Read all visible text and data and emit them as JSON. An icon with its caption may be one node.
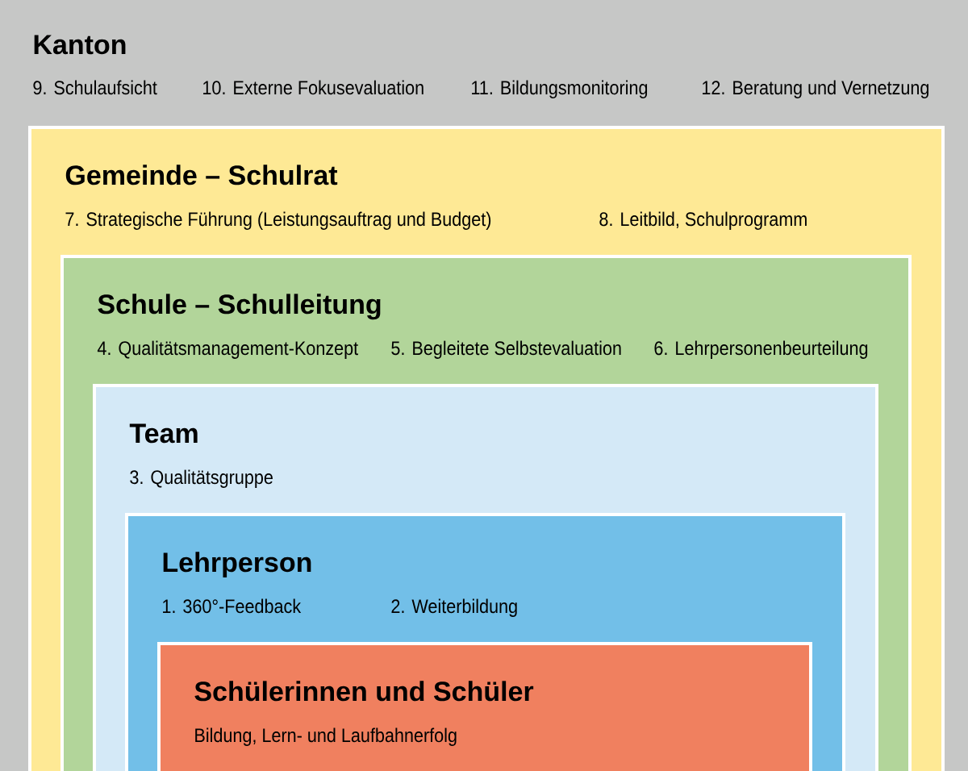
{
  "diagram": {
    "nodes": [
      {
        "text": [
          "Kanton",
          "9. Schulaufsicht",
          "10. Externe Fokusevaluation",
          "11. Bildungsmonitoring",
          "12. Beratung und Vernetzung"
        ]
      },
      {
        "text": [
          "Gemeinde – Schulrat",
          "7. Strategische Führung (Leistungsauftrag und Budget)",
          "8. Leitbild, Schulprogramm"
        ],
        "in": 0
      },
      {
        "text": [
          "Schule – Schulleitung",
          "4. Qualitätsmanagement-Konzept",
          "5. Begleitete Selbstevaluation",
          "6. Lehrpersonenbeurteilung"
        ],
        "in": 1
      },
      {
        "text": [
          "Team",
          "3. Qualitätsgruppe"
        ],
        "in": 2
      },
      {
        "text": [
          "Lehrperson",
          "1. 360°-Feedback",
          "2. Weiterbildung"
        ],
        "in": 3
      },
      {
        "text": [
          "Schülerinnen und Schüler",
          "Bildung, Lern- und Laufbahnerfolg"
        ],
        "in": 4
      }
    ]
  }
}
